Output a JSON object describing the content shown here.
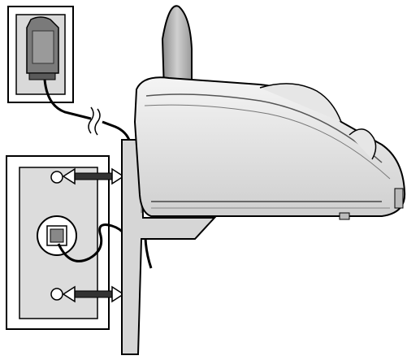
{
  "diagram": {
    "components": [
      {
        "id": "power-outlet",
        "kind": "ac-outlet-with-adapter"
      },
      {
        "id": "wall-plate",
        "kind": "telephone-wall-jack-plate"
      },
      {
        "id": "wall-mount-bracket",
        "kind": "bracket"
      },
      {
        "id": "telephone-base",
        "kind": "phone-base-side-view"
      },
      {
        "id": "antenna",
        "kind": "antenna"
      }
    ],
    "connections": [
      {
        "from": "power-outlet",
        "to": "telephone-base",
        "type": "power-cord"
      },
      {
        "from": "wall-plate",
        "to": "telephone-base",
        "type": "telephone-line-cord"
      }
    ],
    "callouts": [
      "upper-mounting-stud",
      "lower-mounting-stud"
    ]
  }
}
